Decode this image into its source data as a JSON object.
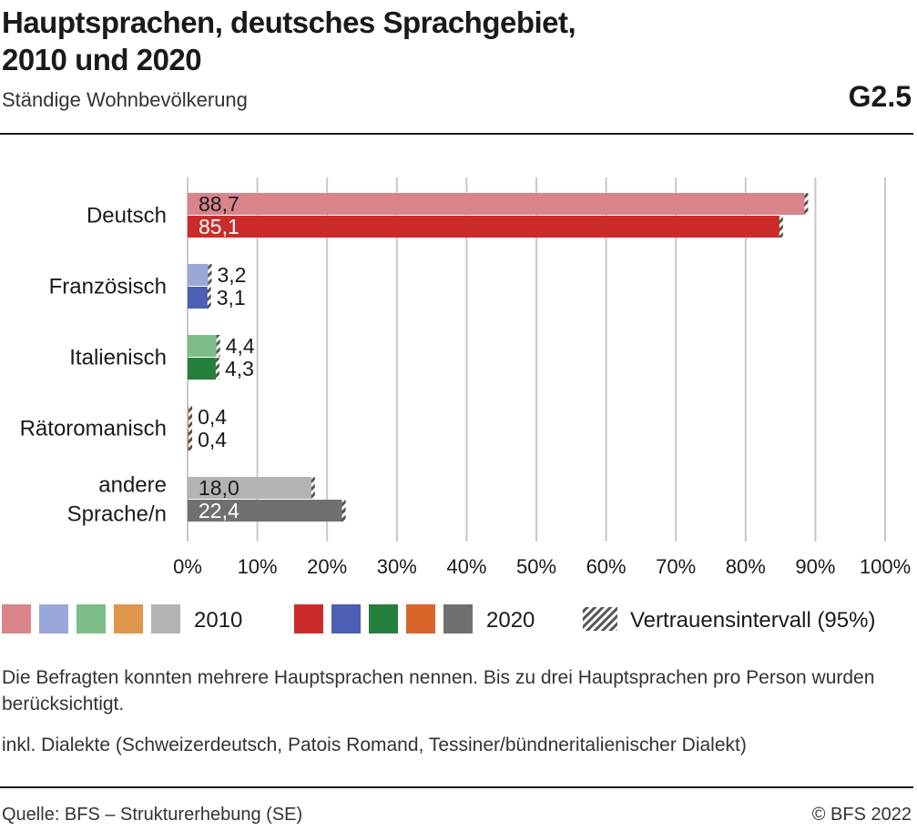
{
  "header": {
    "title_line1": "Hauptsprachen, deutsches Sprachgebiet,",
    "title_line2": "2010 und 2020",
    "subtitle": "Ständige Wohnbevölkerung",
    "code": "G2.5"
  },
  "chart_data": {
    "type": "bar",
    "orientation": "horizontal",
    "categories": [
      "Deutsch",
      "Französisch",
      "Italienisch",
      "Rätoromanisch",
      "andere Sprache/n"
    ],
    "category_lines": [
      [
        "Deutsch"
      ],
      [
        "Französisch"
      ],
      [
        "Italienisch"
      ],
      [
        "Rätoromanisch"
      ],
      [
        "andere",
        "Sprache/n"
      ]
    ],
    "series": [
      {
        "name": "2010",
        "values": [
          88.7,
          3.2,
          4.4,
          0.4,
          18.0
        ],
        "labels": [
          "88,7",
          "3,2",
          "4,4",
          "0,4",
          "18,0"
        ],
        "colors": [
          "#d9838b",
          "#99a8d9",
          "#7dbd8a",
          "#e0954d",
          "#b3b3b3"
        ]
      },
      {
        "name": "2020",
        "values": [
          85.1,
          3.1,
          4.3,
          0.4,
          22.4
        ],
        "labels": [
          "85,1",
          "3,1",
          "4,3",
          "0,4",
          "22,4"
        ],
        "colors": [
          "#cc2b2b",
          "#4d5fb3",
          "#267f3c",
          "#d9652b",
          "#707070"
        ]
      }
    ],
    "confidence_interval_label": "Vertrauensintervall (95%)",
    "xlim": [
      0,
      100
    ],
    "xticks": [
      0,
      10,
      20,
      30,
      40,
      50,
      60,
      70,
      80,
      90,
      100
    ],
    "xtick_labels": [
      "0%",
      "10%",
      "20%",
      "30%",
      "40%",
      "50%",
      "60%",
      "70%",
      "80%",
      "90%",
      "100%"
    ],
    "grid": true,
    "legend_position": "bottom"
  },
  "notes": [
    "Die Befragten konnten mehrere Hauptsprachen nennen. Bis zu drei Hauptsprachen pro Person wurden berücksichtigt.",
    "inkl. Dialekte (Schweizerdeutsch, Patois Romand, Tessiner/bündneritalienischer Dialekt)"
  ],
  "footer": {
    "source": "Quelle: BFS – Strukturerhebung (SE)",
    "copyright": "© BFS 2022"
  }
}
